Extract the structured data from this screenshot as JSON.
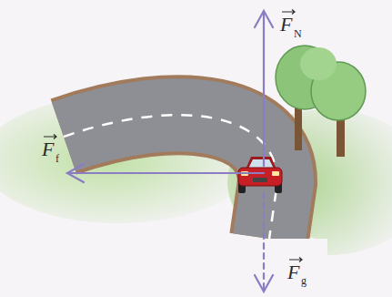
{
  "diagram": {
    "labels": [
      "F",
      "N",
      "F",
      "f",
      "F",
      "g"
    ]
  }
}
